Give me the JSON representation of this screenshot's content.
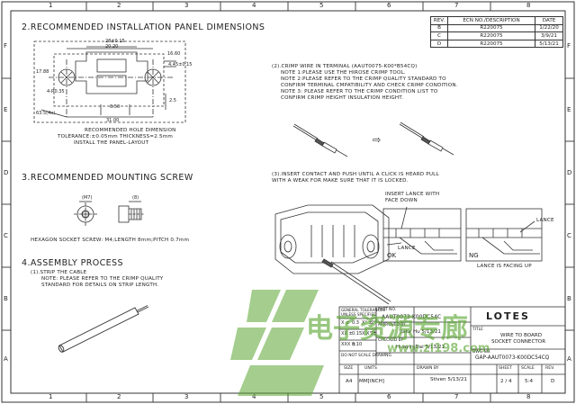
{
  "border": {
    "columns": [
      "1",
      "2",
      "3",
      "4",
      "5",
      "6",
      "7",
      "8"
    ],
    "rows": [
      "F",
      "E",
      "D",
      "C",
      "B",
      "A"
    ]
  },
  "revision_table": {
    "headers": [
      "REV.",
      "ECN NO./DESCRIPTION",
      "DATE"
    ],
    "rows": [
      {
        "rev": "B",
        "ecn": "R220075",
        "date": "1/22/20"
      },
      {
        "rev": "C",
        "ecn": "R220075",
        "date": "3/9/21"
      },
      {
        "rev": "D",
        "ecn": "R220075",
        "date": "5/13/21"
      }
    ]
  },
  "section2": {
    "title": "2.RECOMMENDED INSTALLATION PANEL DIMENSIONS",
    "dims": [
      "28±0.15",
      "20.20",
      "17.88",
      "16.60",
      "4-R0.35",
      "4.45±0.15",
      "2.5",
      "8.50",
      "63.5(4x)",
      "31.00"
    ],
    "caption": [
      "RECOMMENDED HOLE DIMENSION",
      "TOLERANCE:±0.05mm THICKNESS=2.5mm",
      "INSTALL THE PANEL-LAYOUT"
    ]
  },
  "section3": {
    "title": "3.RECOMMENDED MOUNTING SCREW",
    "dims": [
      "(M7)",
      "(8)"
    ],
    "caption": "HEXAGON SOCKET SCREW: M4;LENGTH 8mm;PITCH 0.7mm"
  },
  "section4": {
    "title": "4.ASSEMBLY PROCESS",
    "step1": [
      "(1).STRIP THE CABLE",
      "NOTE: PLEASE REFER TO THE CRIMP QUALITY",
      "STANDARD FOR DETAILS ON STRIP LENGTH."
    ]
  },
  "crimp_step": {
    "lines": [
      "(2).CRIMP WIRE IN TERMINAL (AAUT0075-K00*B54CQ)",
      "NOTE 1:PLEASE USE THE HIROSE CRIMP TOOL.",
      "NOTE 2:PLEASE REFER TO THE CRIMP QUALITY STANDARD TO",
      "CONFIRM TERMINAL CMPATIBILITY AND CHECK CRIMP CONDITION.",
      "NOTE 3: PLEASE REFER TO THE CRIMP CONDITION LIST TO",
      "CONFIRM CRIMP HEIGHT INSULATION HEIGHT."
    ],
    "arrow": "⇨"
  },
  "insert_step": {
    "lines": [
      "(3).INSERT CONTACT AND PUSH UNTIL A CLICK IS HEARD PULL",
      "WITH A WEAK FOR MAKE SURE THAT IT IS LOCKED."
    ],
    "insert_lance": [
      "INSERT LANCE WITH",
      "FACE DOWN"
    ],
    "lance_ok": "LANCE",
    "ok": "OK",
    "lance_ng": "LANCE",
    "ng": "NG",
    "lance_up": "LANCE IS FACING UP"
  },
  "title_block": {
    "general_tolerances": "GENERAL TOLERANCES",
    "unless_specified": "UNLESS SPECIFIED",
    "tol_rows": [
      [
        "X ±",
        "0.3",
        "X° ±",
        "2°"
      ],
      [
        "XX ±",
        "0.15",
        "X.X° ±",
        "2°"
      ],
      [
        "XXX ±",
        "0.10",
        "",
        ""
      ]
    ],
    "part_no_label": "PART NO.",
    "part_no": "AAUT0073-K00DC54C",
    "approved_label": "APPROVED BY",
    "approved": "Jiake Hu 5/13/21",
    "checked_label": "CHECKED BY",
    "checked": "Huayin.Dai 5/13/21",
    "do_not_scale": "DO NOT SCALE DRAWING",
    "company": "LOTES",
    "title_label": "TITLE",
    "title_lines": [
      "WIRE TO BOARD",
      "SOCKET CONNECTOR"
    ],
    "dwg_label": "DWG NO.",
    "dwg_no": "GAP-AAUT0073-K00DC54CQ",
    "size_label": "SIZE",
    "size": "A4",
    "units_label": "UNITS",
    "units": "MM[INCH]",
    "drawn_label": "DRAWN BY",
    "drawn": "Stiven 5/13/21",
    "sheet_label": "SHEET",
    "sheet": "2 / 4",
    "scale_label": "SCALE",
    "scale": "5:4",
    "rev_label": "REV.",
    "rev": "D"
  },
  "watermark": {
    "line1": "电子资源专廊",
    "line2": "www.zl198.com"
  },
  "colors": {
    "line": "#333333",
    "watermark": "#5aa632"
  }
}
